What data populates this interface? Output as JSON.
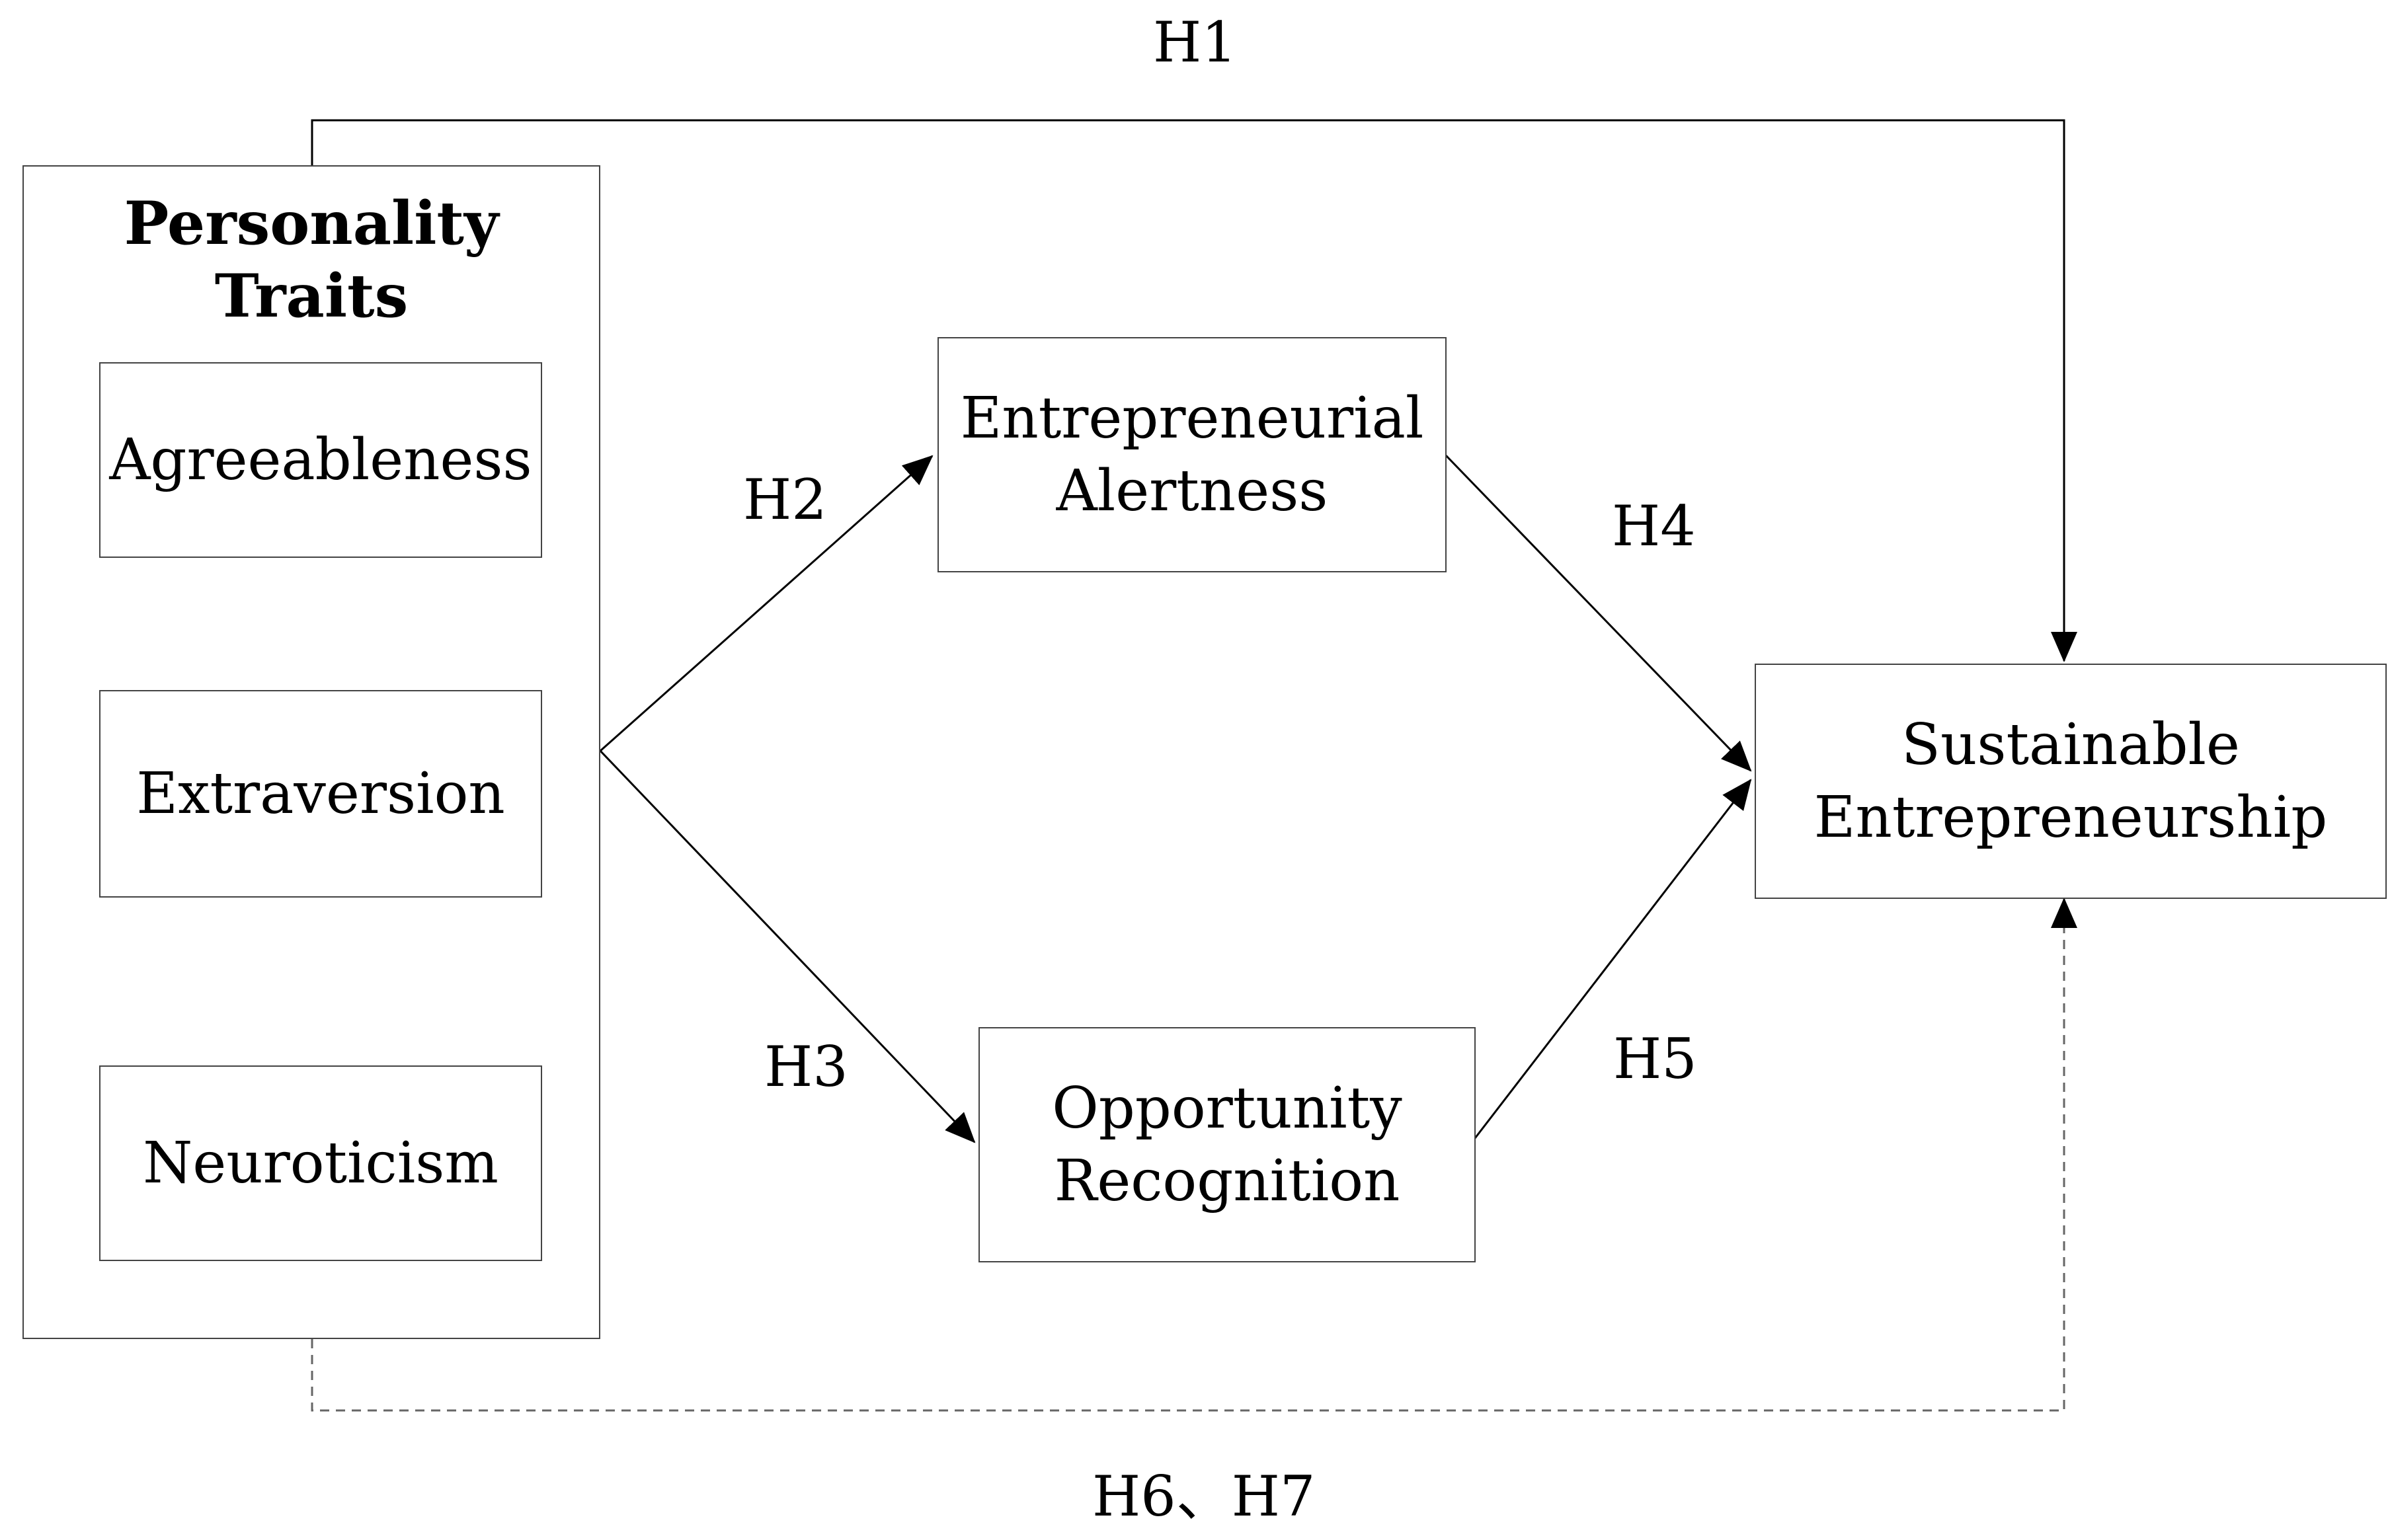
{
  "container": {
    "title_line1": "Personality",
    "title_line2": "Traits",
    "traits": [
      "Agreeableness",
      "Extraversion",
      "Neuroticism"
    ]
  },
  "nodes": {
    "alertness": [
      "Entrepreneurial",
      "Alertness"
    ],
    "opportunity": [
      "Opportunity",
      "Recognition"
    ],
    "outcome": [
      "Sustainable",
      "Entrepreneurship"
    ]
  },
  "hypotheses": {
    "h1": "H1",
    "h2": "H2",
    "h3": "H3",
    "h4": "H4",
    "h5": "H5",
    "h6_h7": "H6、H7"
  },
  "colors": {
    "line": "#000000",
    "dashed_line": "#666666",
    "box_border": "#444444"
  }
}
